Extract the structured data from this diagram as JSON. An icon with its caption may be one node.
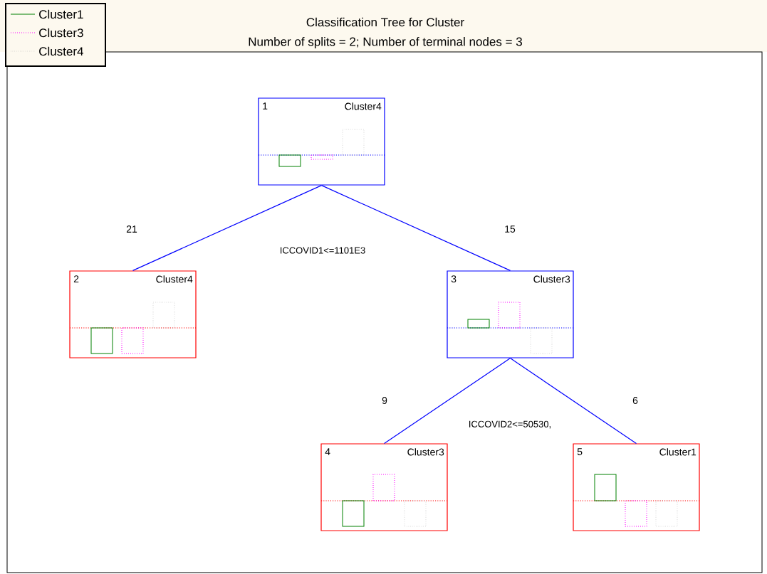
{
  "diagram": {
    "title": "Classification Tree for Cluster",
    "caption": "Number of splits = 2; Number of terminal nodes = 3",
    "nodes": [
      {
        "text": [
          "1",
          "Cluster4"
        ]
      },
      {
        "text": [
          "2",
          "Cluster4"
        ]
      },
      {
        "text": [
          "3",
          "Cluster3"
        ]
      },
      {
        "text": [
          "4",
          "Cluster3"
        ]
      },
      {
        "text": [
          "5",
          "Cluster1"
        ]
      }
    ],
    "edges": [
      {
        "from": 0,
        "to": 1,
        "arrow": "none",
        "label": "21"
      },
      {
        "from": 0,
        "to": 2,
        "arrow": "none",
        "label": "15"
      },
      {
        "from": 2,
        "to": 3,
        "arrow": "none",
        "label": "9"
      },
      {
        "from": 2,
        "to": 4,
        "arrow": "none",
        "label": "6"
      }
    ],
    "labels": [
      "ICCOVID1<=1101E3",
      "ICCOVID2<=50530,"
    ],
    "legend": [
      {
        "text": "Cluster1"
      },
      {
        "text": "Cluster3"
      },
      {
        "text": "Cluster4"
      }
    ]
  }
}
